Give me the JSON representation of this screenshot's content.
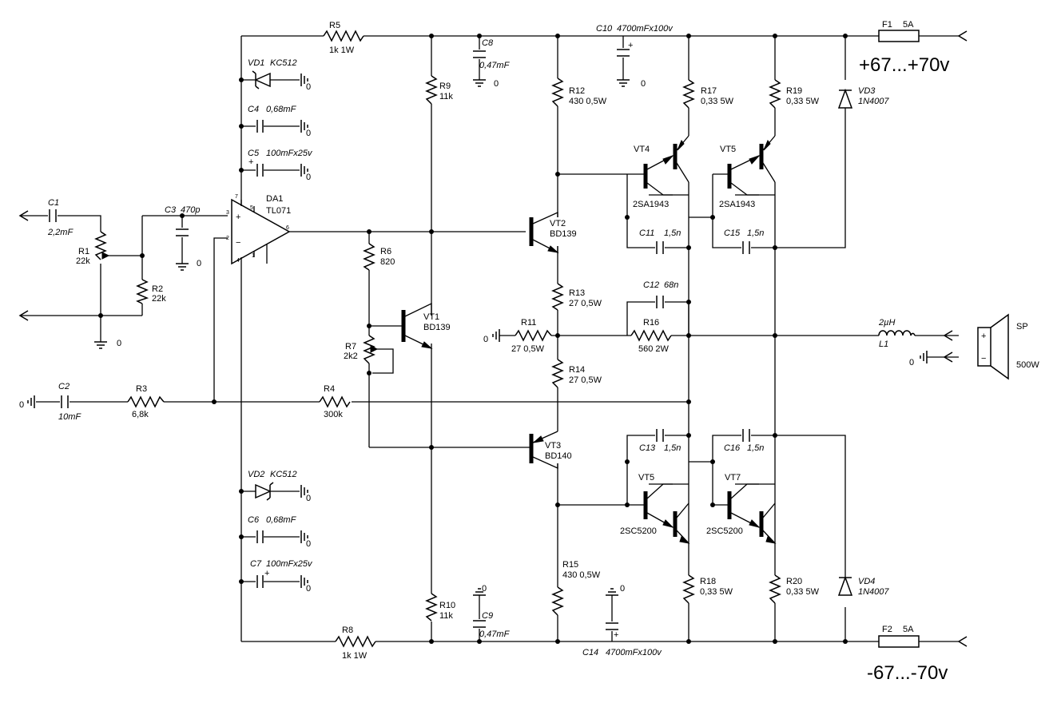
{
  "supply": {
    "positive": "+67...+70v",
    "negative": "-67...-70v"
  },
  "parts": {
    "C1": {
      "ref": "C1",
      "val": "2,2mF"
    },
    "R1": {
      "ref": "R1",
      "val": "22k"
    },
    "R2": {
      "ref": "R2",
      "val": "22k"
    },
    "C3": {
      "ref": "C3",
      "val": "470p"
    },
    "C2": {
      "ref": "C2",
      "val": "10mF"
    },
    "R3": {
      "ref": "R3",
      "val": "6,8k"
    },
    "R4": {
      "ref": "R4",
      "val": "300k"
    },
    "R5": {
      "ref": "R5",
      "val": "1k 1W"
    },
    "R8": {
      "ref": "R8",
      "val": "1k 1W"
    },
    "VD1": {
      "ref": "VD1",
      "val": "KC512"
    },
    "VD2": {
      "ref": "VD2",
      "val": "KC512"
    },
    "C4": {
      "ref": "C4",
      "val": "0,68mF"
    },
    "C5": {
      "ref": "C5",
      "val": "100mFx25v"
    },
    "C6": {
      "ref": "C6",
      "val": "0,68mF"
    },
    "C7": {
      "ref": "C7",
      "val": "100mFx25v"
    },
    "DA1": {
      "ref": "DA1",
      "val": "TL071"
    },
    "R9": {
      "ref": "R9",
      "val": "11k"
    },
    "R10": {
      "ref": "R10",
      "val": "11k"
    },
    "C8": {
      "ref": "C8",
      "val": "0,47mF"
    },
    "C9": {
      "ref": "C9",
      "val": "0,47mF"
    },
    "R6": {
      "ref": "R6",
      "val": "820"
    },
    "R7": {
      "ref": "R7",
      "val": "2k2"
    },
    "VT1": {
      "ref": "VT1",
      "val": "BD139"
    },
    "VT2": {
      "ref": "VT2",
      "val": "BD139"
    },
    "VT3": {
      "ref": "VT3",
      "val": "BD140"
    },
    "R12": {
      "ref": "R12",
      "val": "430 0,5W"
    },
    "R13": {
      "ref": "R13",
      "val": "27 0,5W"
    },
    "R14": {
      "ref": "R14",
      "val": "27 0,5W"
    },
    "R15": {
      "ref": "R15",
      "val": "430 0,5W"
    },
    "R11": {
      "ref": "R11",
      "val": "27 0,5W"
    },
    "C10": {
      "ref": "C10",
      "val": "4700mFx100v"
    },
    "C14": {
      "ref": "C14",
      "val": "4700mFx100v"
    },
    "R17": {
      "ref": "R17",
      "val": "0,33 5W"
    },
    "R19": {
      "ref": "R19",
      "val": "0,33 5W"
    },
    "R18": {
      "ref": "R18",
      "val": "0,33 5W"
    },
    "R20": {
      "ref": "R20",
      "val": "0,33 5W"
    },
    "VT4": {
      "ref": "VT4",
      "val": "2SA1943"
    },
    "VT5": {
      "ref": "VT5",
      "val": "2SA1943"
    },
    "VT5b": {
      "ref": "VT5",
      "val": "2SC5200"
    },
    "VT7": {
      "ref": "VT7",
      "val": "2SC5200"
    },
    "C11": {
      "ref": "C11",
      "val": "1,5n"
    },
    "C15": {
      "ref": "C15",
      "val": "1,5n"
    },
    "C13": {
      "ref": "C13",
      "val": "1,5n"
    },
    "C16": {
      "ref": "C16",
      "val": "1,5n"
    },
    "C12": {
      "ref": "C12",
      "val": "68n"
    },
    "R16": {
      "ref": "R16",
      "val": "560 2W"
    },
    "L1": {
      "ref": "L1",
      "val": "2µH"
    },
    "SP": {
      "ref": "SP",
      "val": "500W"
    },
    "VD3": {
      "ref": "VD3",
      "val": "1N4007"
    },
    "VD4": {
      "ref": "VD4",
      "val": "1N4007"
    },
    "F1": {
      "ref": "F1",
      "val": "5A"
    },
    "F2": {
      "ref": "F2",
      "val": "5A"
    }
  },
  "ground_label": "0",
  "pins": {
    "p2": "2",
    "p3": "3",
    "p4": "4",
    "p5": "5",
    "p6": "6",
    "p7": "7",
    "p1": "1",
    "plus": "+",
    "minus": "−"
  }
}
